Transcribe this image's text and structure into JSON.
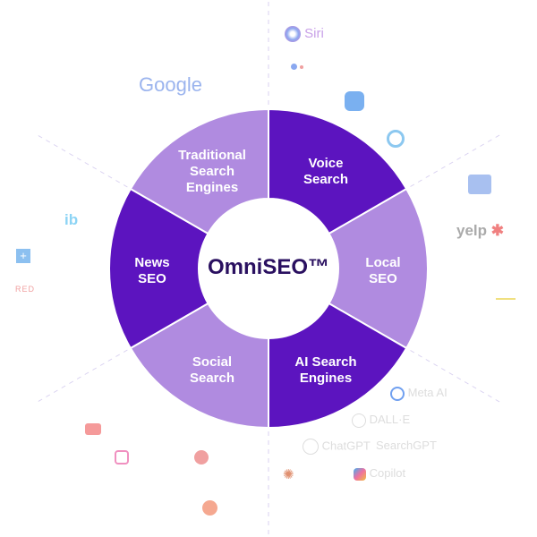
{
  "center_label": "OmniSEO™",
  "segments": [
    {
      "label_lines": [
        "Voice",
        "Search"
      ],
      "color": "#5c14bf"
    },
    {
      "label_lines": [
        "Local",
        "SEO"
      ],
      "color": "#b08be0"
    },
    {
      "label_lines": [
        "AI Search",
        "Engines"
      ],
      "color": "#5c14bf"
    },
    {
      "label_lines": [
        "Social",
        "Search"
      ],
      "color": "#b08be0"
    },
    {
      "label_lines": [
        "News",
        "SEO"
      ],
      "color": "#5c14bf"
    },
    {
      "label_lines": [
        "Traditional",
        "Search",
        "Engines"
      ],
      "color": "#b08be0"
    }
  ],
  "logos": {
    "siri": "Siri",
    "google": "Google",
    "yelp": "yelp",
    "red": "RED",
    "ib": "ib",
    "meta_ai": "Meta AI",
    "dalle": "DALL·E",
    "chatgpt": "ChatGPT",
    "searchgpt": "SearchGPT",
    "copilot": "Copilot"
  }
}
